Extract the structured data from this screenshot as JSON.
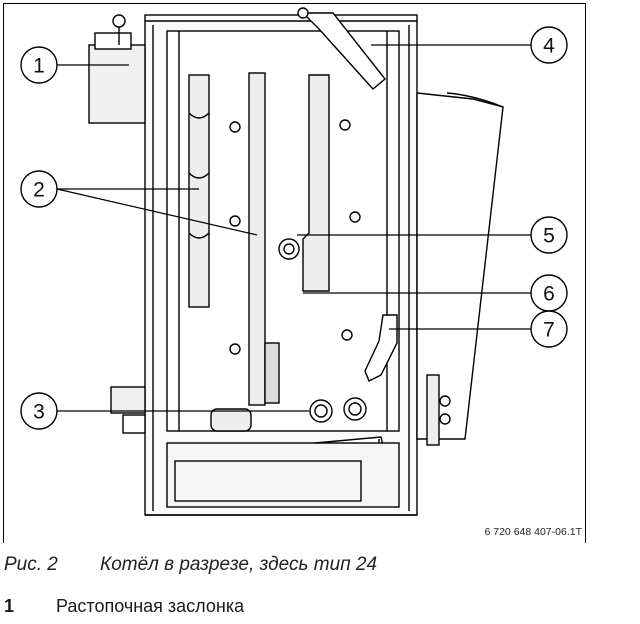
{
  "figure": {
    "code": "6 720 648 407-06.1T",
    "caption_number": "Рис. 2",
    "caption_text": "Котёл в разрезе, здесь тип 24"
  },
  "callouts": [
    {
      "label": "1"
    },
    {
      "label": "2"
    },
    {
      "label": "3"
    },
    {
      "label": "4"
    },
    {
      "label": "5"
    },
    {
      "label": "6"
    },
    {
      "label": "7"
    }
  ],
  "legend": [
    {
      "number": "1",
      "text": "Растопочная заслонка"
    }
  ]
}
